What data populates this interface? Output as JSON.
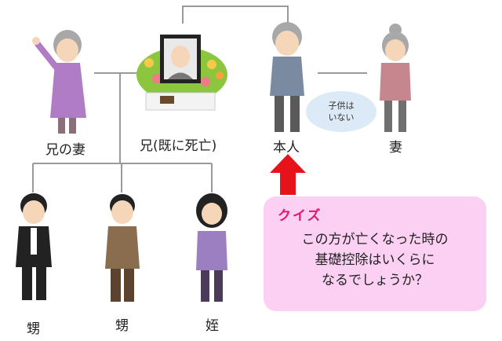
{
  "people": {
    "sister_in_law": {
      "label": "兄の妻"
    },
    "brother": {
      "label": "兄(既に死亡)"
    },
    "self": {
      "label": "本人"
    },
    "wife": {
      "label": "妻"
    },
    "nephew1": {
      "label": "甥"
    },
    "nephew2": {
      "label": "甥"
    },
    "niece": {
      "label": "姪"
    }
  },
  "note": {
    "line1": "子供は",
    "line2": "いない"
  },
  "quiz": {
    "title": "クイズ",
    "line1": "この方が亡くなった時の",
    "line2": "基礎控除はいくらに",
    "line3": "なるでしょうか？"
  },
  "colors": {
    "arrow": "#e8131a",
    "quiz_bg": "#fbd0f2",
    "quiz_title": "#e0166c",
    "note_bg": "#dce9f7",
    "lines": "#9a9a9a"
  },
  "icons": {
    "sister_in_law": "elderly-woman-waving-icon",
    "brother": "funeral-portrait-altar-icon",
    "self": "elderly-man-icon",
    "wife": "elderly-woman-icon",
    "nephew1": "man-in-tuxedo-icon",
    "nephew2": "man-in-brown-suit-icon",
    "niece": "woman-in-purple-cardigan-icon"
  }
}
